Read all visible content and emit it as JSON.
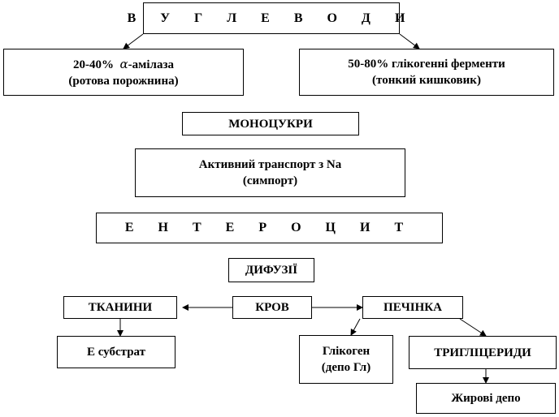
{
  "nodes": {
    "carbs": "В У Г Л Е В О Д И",
    "amylase": {
      "percent": "20-40%",
      "greek": "α",
      "label": "-амілаза",
      "line2": "(ротова порожнина)"
    },
    "glycogenic": {
      "line1": "50-80% глікогенні ферменти",
      "line2": "(тонкий кишковик)"
    },
    "monosugars": "МОНОЦУКРИ",
    "transport": {
      "line1": "Активний транспорт  з Na",
      "line2": "(симпорт)"
    },
    "enterocyte": "Е Н Т Е Р О Ц И Т",
    "diffusion": "ДИФУЗІЇ",
    "tissues": "ТКАНИНИ",
    "blood": "КРОВ",
    "liver": "ПЕЧІНКА",
    "substrate": "Е субстрат",
    "glycogen": {
      "line1": "Глікоген",
      "line2": "(депо Гл)"
    },
    "triglycerides": "ТРИГЛІЦЕРИДИ",
    "fat_depot": "Жирові депо"
  },
  "colors": {
    "stroke": "#000000",
    "background": "#ffffff"
  }
}
